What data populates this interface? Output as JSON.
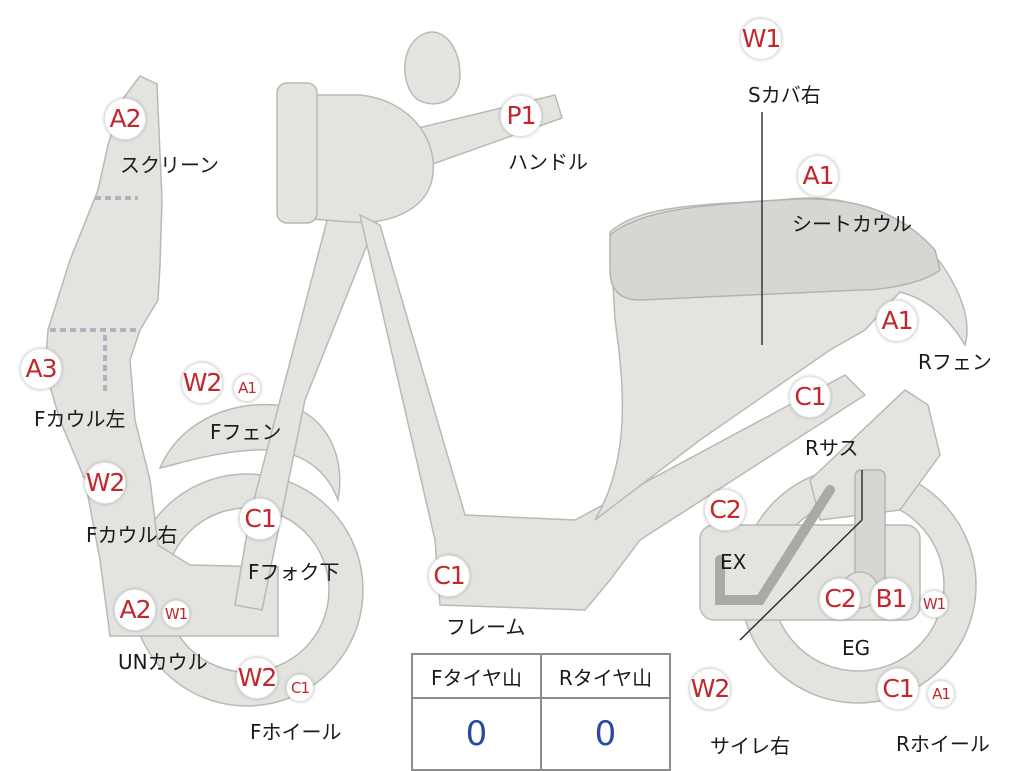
{
  "parts": [
    {
      "id": "screen",
      "codes": [
        "A2"
      ],
      "label": "スクリーン"
    },
    {
      "id": "handle",
      "codes": [
        "P1"
      ],
      "label": "ハンドル"
    },
    {
      "id": "s-cover-right",
      "codes": [
        "W1"
      ],
      "label": "Sカバ右"
    },
    {
      "id": "seat-cowl",
      "codes": [
        "A1"
      ],
      "label": "シートカウル"
    },
    {
      "id": "rear-fender",
      "codes": [
        "A1"
      ],
      "label": "Rフェン"
    },
    {
      "id": "front-cowl-left",
      "codes": [
        "A3"
      ],
      "label": "Fカウル左"
    },
    {
      "id": "front-fender",
      "codes": [
        "W2",
        "A1"
      ],
      "label": "Fフェン"
    },
    {
      "id": "rear-suspension",
      "codes": [
        "C1"
      ],
      "label": "Rサス"
    },
    {
      "id": "front-cowl-right",
      "codes": [
        "W2"
      ],
      "label": "Fカウル右"
    },
    {
      "id": "front-fork-lower",
      "codes": [
        "C1"
      ],
      "label": "Fフォク下"
    },
    {
      "id": "exhaust",
      "codes": [
        "C2"
      ],
      "label": "EX"
    },
    {
      "id": "frame",
      "codes": [
        "C1"
      ],
      "label": "フレーム"
    },
    {
      "id": "under-cowl",
      "codes": [
        "A2",
        "W1"
      ],
      "label": "UNカウル"
    },
    {
      "id": "engine",
      "codes": [
        "C2",
        "B1",
        "W1"
      ],
      "label": "EG"
    },
    {
      "id": "front-wheel",
      "codes": [
        "W2",
        "C1"
      ],
      "label": "Fホイール"
    },
    {
      "id": "silencer-right",
      "codes": [
        "W2"
      ],
      "label": "サイレ右"
    },
    {
      "id": "rear-wheel",
      "codes": [
        "C1",
        "A1"
      ],
      "label": "Rホイール"
    }
  ],
  "tire_table": {
    "headers": [
      "Fタイヤ山",
      "Rタイヤ山"
    ],
    "values": [
      "0",
      "0"
    ]
  },
  "colors": {
    "code_text": "#c0282d",
    "table_value": "#2c4aa3",
    "body_fill": "#e3e3e0"
  }
}
